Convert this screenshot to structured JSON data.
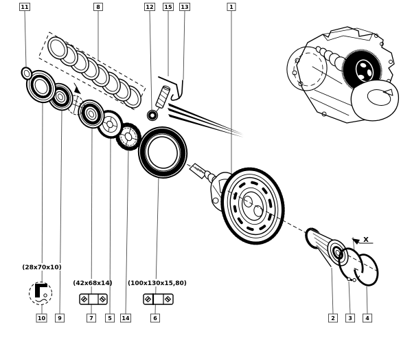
{
  "diagram": {
    "callouts": {
      "n1": "1",
      "n2": "2",
      "n3": "3",
      "n4": "4",
      "n5": "5",
      "n6": "6",
      "n7": "7",
      "n8": "8",
      "n9": "9",
      "n10": "10",
      "n11": "11",
      "n12": "12",
      "n13": "13",
      "n14": "14",
      "n15": "15"
    },
    "dimensions": {
      "oil_seal": "(28x70x10)",
      "bearing_small": "(42x68x14)",
      "bearing_large": "(100x130x15,80)"
    },
    "view_marker": "X",
    "colors": {
      "ink": "#000000",
      "paper": "#ffffff",
      "leader": "#4a4a4a"
    }
  }
}
